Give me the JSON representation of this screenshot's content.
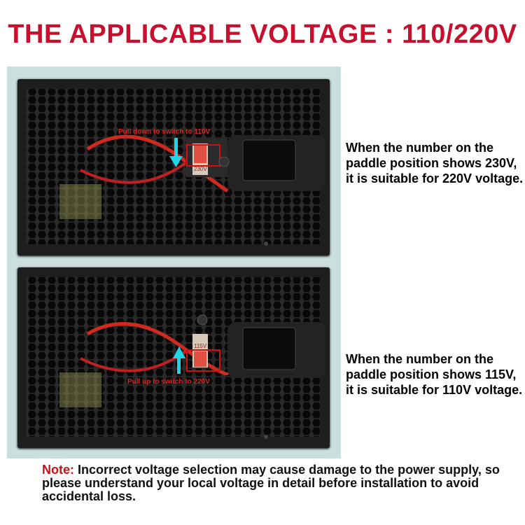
{
  "title": "THE APPLICABLE VOLTAGE : 110/220V",
  "top_panel": {
    "hint": "Pull down to switch to 110V",
    "switch_label": "230V",
    "description": "When the number on the paddle position shows 230V, it is suitable for 220V voltage."
  },
  "bottom_panel": {
    "hint": "Pull up to switch to 220V",
    "switch_label": "115V",
    "description": "When the number on the paddle position shows 115V, it is suitable for 110V voltage."
  },
  "note": {
    "label": "Note:",
    "text": " Incorrect voltage selection may cause damage to the power supply, so please understand your local voltage in detail before installation to avoid accidental loss."
  },
  "colors": {
    "title": "#c8102e",
    "arrow": "#1fd6e6",
    "highlight": "#d01010",
    "panel": "#c9e0de"
  }
}
